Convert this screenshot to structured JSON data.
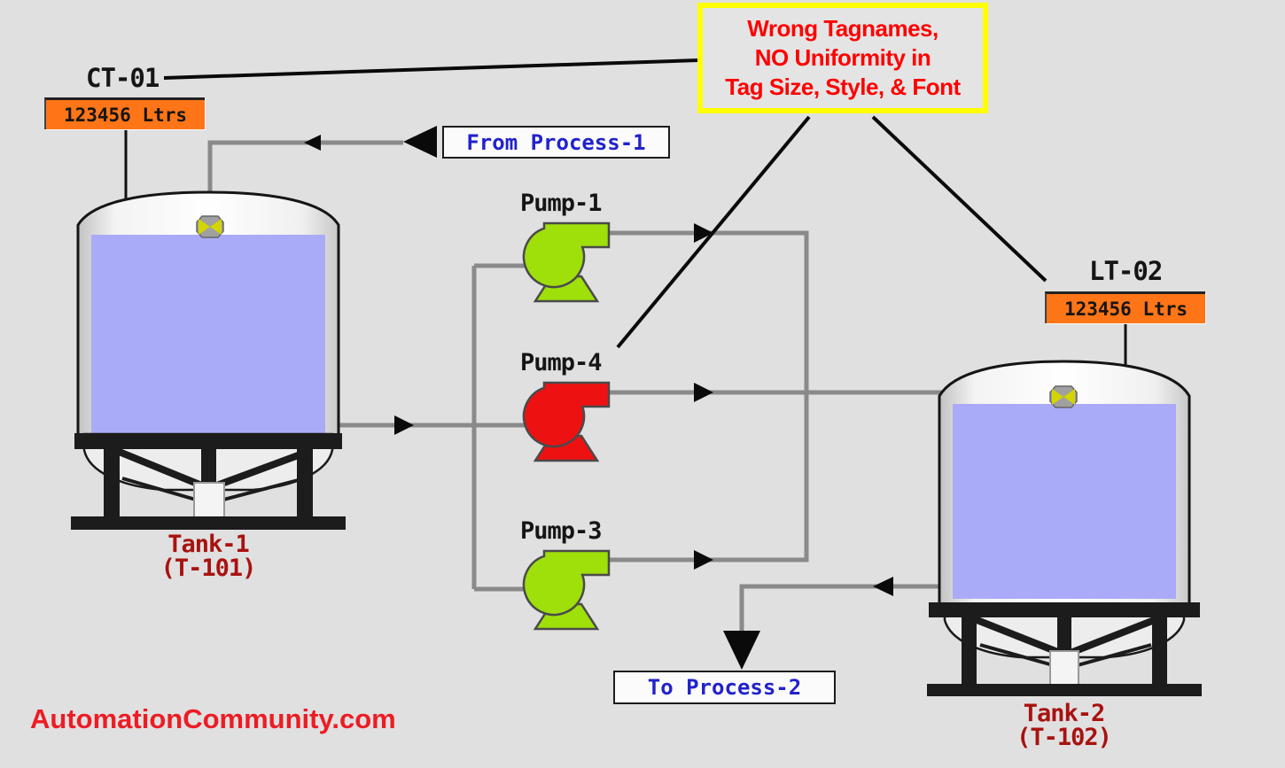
{
  "colors": {
    "background": "#e0e0e0",
    "pipe": "#8a8a8a",
    "liquid": "#aaabf8",
    "tag_value_box": "#fd7517",
    "pump_running": "#9fdf0a",
    "pump_stopped": "#ee1111",
    "annotation_border": "#ffff00",
    "annotation_text": "#fe0000",
    "process_label_text": "#2222cc",
    "tank_label_text": "#a81210",
    "watermark_text": "#ed1c24"
  },
  "annotation": {
    "line1": "Wrong Tagnames,",
    "line2": "NO Uniformity in",
    "line3": "Tag Size, Style, & Font"
  },
  "tank1": {
    "tag": "CT-01",
    "value": "123456 Ltrs",
    "name": "Tank-1",
    "id": "(T-101)"
  },
  "tank2": {
    "tag": "LT-02",
    "value": "123456 Ltrs",
    "name": "Tank-2",
    "id": "(T-102)"
  },
  "pumps": [
    {
      "label": "Pump-1",
      "color": "#9fdf0a"
    },
    {
      "label": "Pump-4",
      "color": "#ee1111"
    },
    {
      "label": "Pump-3",
      "color": "#9fdf0a"
    }
  ],
  "flow_labels": {
    "from": "From Process-1",
    "to": "To Process-2"
  },
  "watermark": "AutomationCommunity.com"
}
